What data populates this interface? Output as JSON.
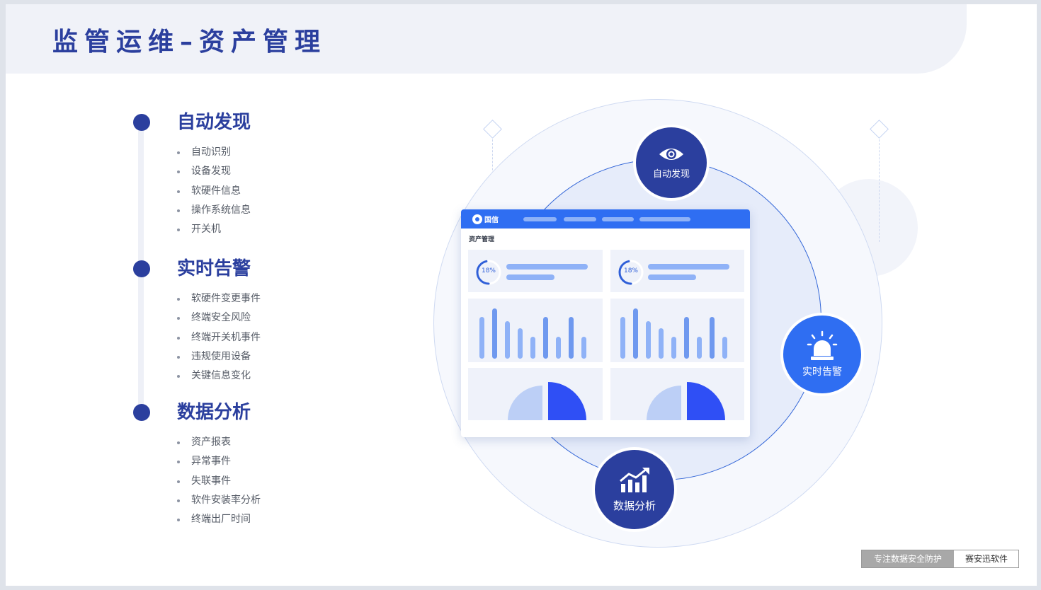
{
  "page": {
    "title": "监管运维–资产管理"
  },
  "sections": [
    {
      "title": "自动发现",
      "items": [
        "自动识别",
        "设备发现",
        "软硬件信息",
        "操作系统信息",
        "开关机"
      ]
    },
    {
      "title": "实时告警",
      "items": [
        "软硬件变更事件",
        "终端安全风险",
        "终端开关机事件",
        "违规使用设备",
        "关键信息变化"
      ]
    },
    {
      "title": "数据分析",
      "items": [
        "资产报表",
        "异常事件",
        "失联事件",
        "软件安装率分析",
        "终端出厂时间"
      ]
    }
  ],
  "diagram": {
    "features": [
      {
        "label": "自动发现",
        "icon": "eye-icon"
      },
      {
        "label": "实时告警",
        "icon": "alarm-siren-icon"
      },
      {
        "label": "数据分析",
        "icon": "growth-chart-icon"
      }
    ],
    "dashboard": {
      "brand": "国信",
      "title": "资产管理",
      "cards": [
        {
          "percent": "18%",
          "progress": 0.18
        },
        {
          "percent": "18%",
          "progress": 0.18
        }
      ]
    }
  },
  "footer": {
    "left": "专注数据安全防护",
    "right": "赛安迅软件"
  },
  "colors": {
    "primary": "#2b3f9e",
    "accent": "#2f6ef2",
    "light_bar": "#8fb2f7",
    "card_bg": "#eff2fa"
  }
}
